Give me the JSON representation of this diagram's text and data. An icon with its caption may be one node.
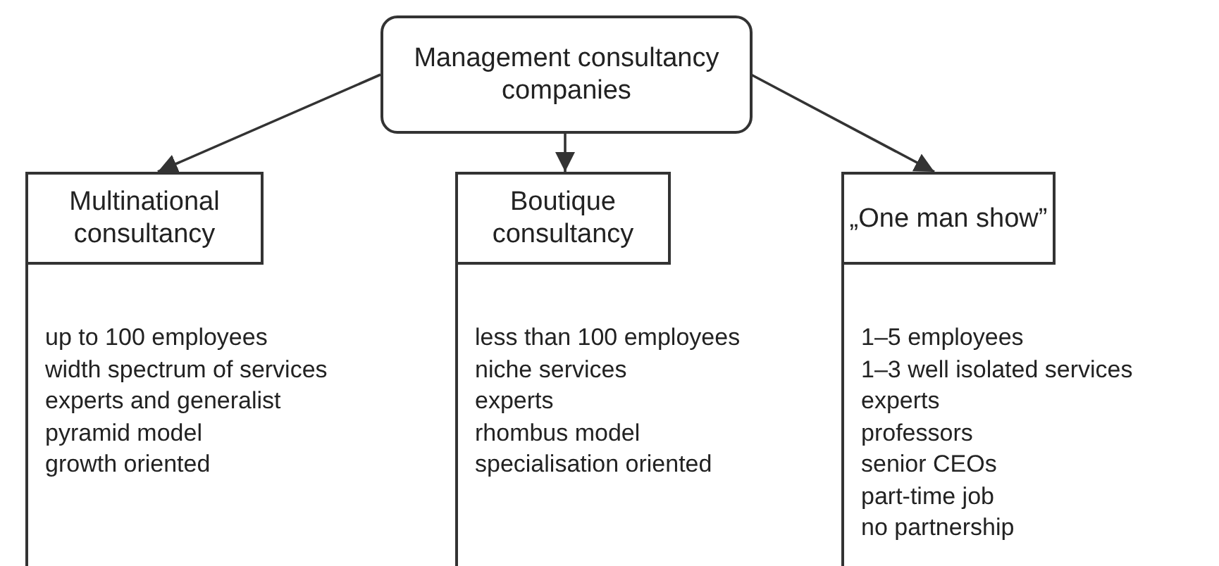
{
  "diagram": {
    "nodes": [
      {
        "text": [
          "Management consultancy companies"
        ]
      },
      {
        "text": [
          "Multinational consultancy"
        ],
        "beside": [
          "up to 100 employees",
          "width spectrum of services",
          "experts and generalist",
          "pyramid model",
          "growth oriented"
        ]
      },
      {
        "text": [
          "Boutique consultancy"
        ],
        "beside": [
          "less than 100 employees",
          "niche services",
          "experts",
          "rhombus model",
          "specialisation oriented"
        ]
      },
      {
        "text": [
          "„One man show”"
        ],
        "beside": [
          "1–5 employees",
          "1–3 well isolated services",
          "experts",
          "professors",
          "senior CEOs",
          "part-time job",
          "no partnership"
        ]
      }
    ],
    "edges": [
      {
        "from": 0,
        "to": 1,
        "arrow": "to"
      },
      {
        "from": 0,
        "to": 2,
        "arrow": "to"
      },
      {
        "from": 0,
        "to": 3,
        "arrow": "to"
      }
    ]
  }
}
